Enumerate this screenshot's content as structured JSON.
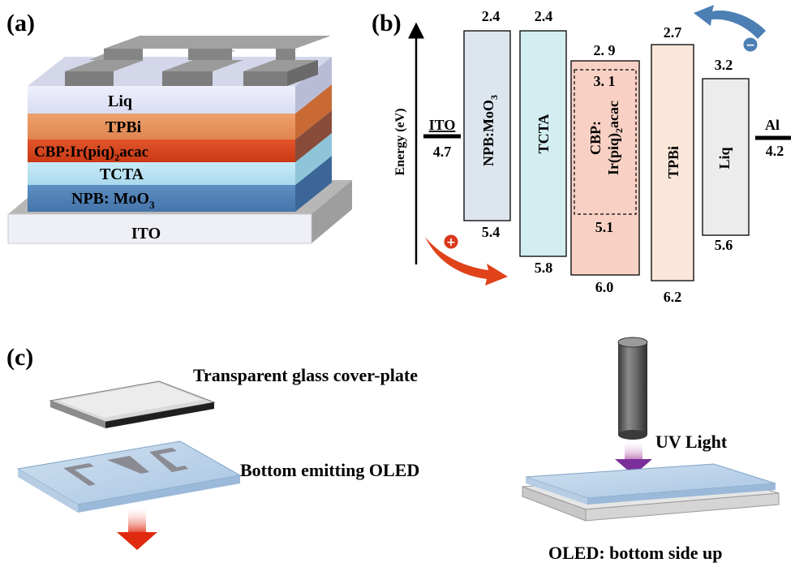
{
  "panel_a": {
    "label": "(a)",
    "layers": {
      "liq": "Liq",
      "tpbi": "TPBi",
      "cbp_main": "CBP:Ir(piq)",
      "cbp_sub": "2",
      "cbp_tail": "acac",
      "tcta": "TCTA",
      "npb_main": "NPB: MoO",
      "npb_sub": "3",
      "ito": "ITO"
    },
    "colors": {
      "liq": "#e3e6f7",
      "tpbi": "#e8955f",
      "cbp": "#d8461e",
      "tcta": "#b9e3f3",
      "npb": "#4f83ba",
      "ito": "#eeeef5",
      "electrode": "#8c8c8c"
    }
  },
  "panel_b": {
    "label": "(b)",
    "axis_label": "Energy (eV)",
    "ito": {
      "name": "ITO",
      "value": "4.7"
    },
    "al": {
      "name": "Al",
      "value": "4.2"
    },
    "boxes": {
      "npb": {
        "main": "NPB:MoO",
        "sub": "3",
        "top": "2.4",
        "bottom": "5.4",
        "fill": "#dde5ee"
      },
      "tcta": {
        "name": "TCTA",
        "top": "2.4",
        "bottom": "5.8",
        "fill": "#d3eef1"
      },
      "cbp": {
        "line1": "CBP:",
        "line2_main": "Ir(piq)",
        "line2_sub": "2",
        "line2_tail": "acac",
        "top": "2. 9",
        "bottom": "6.0",
        "fill": "#f9d1c4"
      },
      "dopant": {
        "top": "3. 1",
        "bottom": "5.1"
      },
      "tpbi": {
        "name": "TPBi",
        "top": "2.7",
        "bottom": "6.2",
        "fill": "#fbe7da"
      },
      "liq": {
        "name": "Liq",
        "top": "3.2",
        "bottom": "5.6",
        "fill": "#ececec"
      }
    },
    "hole_sign": "+",
    "electron_sign": "−"
  },
  "panel_c": {
    "label": "(c)",
    "cover_plate_label": "Transparent glass cover-plate",
    "oled_label": "Bottom emitting OLED",
    "uv_label": "UV Light",
    "result_label": "OLED: bottom side up"
  }
}
